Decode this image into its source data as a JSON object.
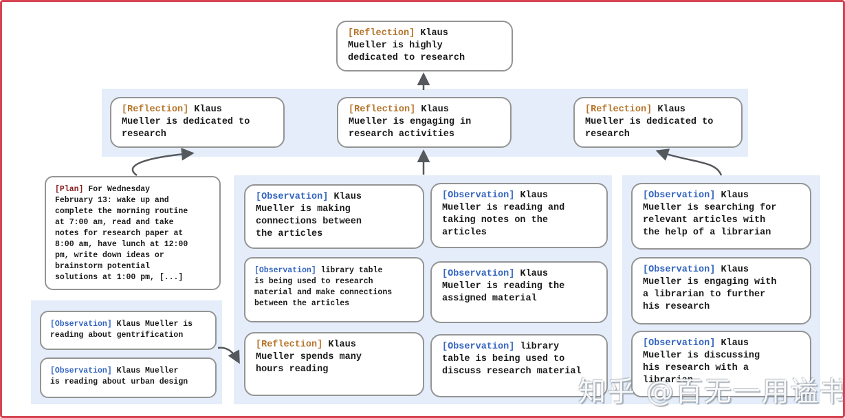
{
  "colors": {
    "frame_border": "#d64553",
    "cluster_band": "#e4edf9",
    "box_border": "#949494",
    "reflection_tag": "#b5742a",
    "observation_tag": "#3465c0",
    "plan_tag": "#8b2020",
    "text": "#1a1a1a",
    "arrow": "#55585c"
  },
  "nodes": {
    "root": {
      "tag": "[Reflection]",
      "text": "Klaus\nMueller is highly\ndedicated to research"
    },
    "l2_left": {
      "tag": "[Reflection]",
      "text": "Klaus\nMueller is dedicated to\nresearch"
    },
    "l2_mid": {
      "tag": "[Reflection]",
      "text": "Klaus\nMueller is engaging in\nresearch activities"
    },
    "l2_right": {
      "tag": "[Reflection]",
      "text": "Klaus\nMueller is dedicated to\nresearch"
    },
    "plan": {
      "tag": "[Plan]",
      "text": "For Wednesday\nFebruary 13: wake up and\ncomplete the morning routine\nat 7:00 am, read and take\nnotes for research paper at\n8:00 am, have lunch at 12:00\npm, write down ideas or\nbrainstorm potential\nsolutions at 1:00 pm, [...]"
    },
    "left_obs_1": {
      "tag": "[Observation]",
      "text": "Klaus Mueller is\nreading about gentrification"
    },
    "left_obs_2": {
      "tag": "[Observation]",
      "text": "Klaus Mueller\nis reading about urban design"
    },
    "mid_a1": {
      "tag": "[Observation]",
      "text": "Klaus\nMueller is making\nconnections between\nthe articles"
    },
    "mid_a2": {
      "tag": "[Observation]",
      "text": "library table\nis being used to research\nmaterial and make connections\nbetween the articles"
    },
    "mid_a3": {
      "tag": "[Reflection]",
      "text": "Klaus\nMueller spends many\nhours reading"
    },
    "mid_b1": {
      "tag": "[Observation]",
      "text": "Klaus\nMueller is reading and\ntaking notes on the\narticles"
    },
    "mid_b2": {
      "tag": "[Observation]",
      "text": "Klaus\nMueller is reading the\nassigned material"
    },
    "mid_b3": {
      "tag": "[Observation]",
      "text": "library\ntable is being used to\ndiscuss research material"
    },
    "right_1": {
      "tag": "[Observation]",
      "text": "Klaus\nMueller is searching for\nrelevant articles with\nthe help of a librarian"
    },
    "right_2": {
      "tag": "[Observation]",
      "text": "Klaus\nMueller is engaging with\na librarian to further\nhis research"
    },
    "right_3": {
      "tag": "[Observation]",
      "text": "Klaus\nMueller is discussing\nhis research with a\nlibrarian"
    }
  },
  "watermark": {
    "text": "知乎 @百无一用谥书生"
  }
}
